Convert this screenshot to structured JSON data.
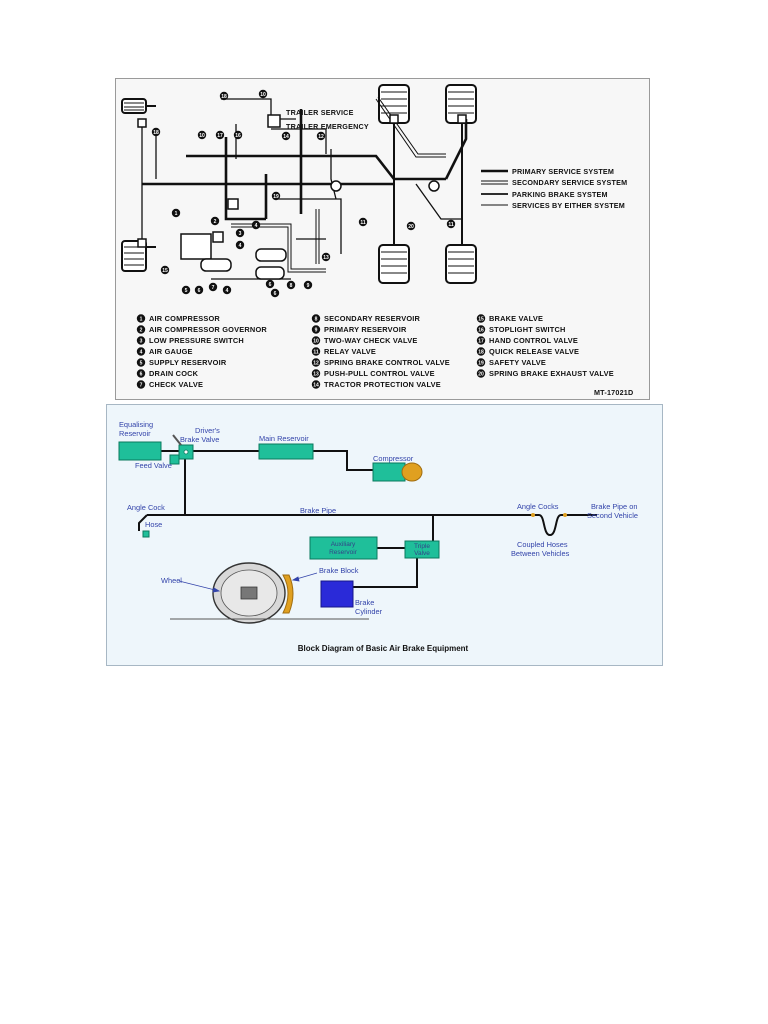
{
  "top": {
    "line_labels": {
      "trailer_service": "TRAILER SERVICE",
      "trailer_emergency": "TRAILER EMERGENCY"
    },
    "legend": [
      {
        "label": "PRIMARY SERVICE SYSTEM"
      },
      {
        "label": "SECONDARY SERVICE SYSTEM"
      },
      {
        "label": "PARKING BRAKE SYSTEM"
      },
      {
        "label": "SERVICES BY EITHER SYSTEM"
      }
    ],
    "key_col1": [
      {
        "num": "1",
        "label": "AIR COMPRESSOR"
      },
      {
        "num": "2",
        "label": "AIR COMPRESSOR GOVERNOR"
      },
      {
        "num": "3",
        "label": "LOW PRESSURE SWITCH"
      },
      {
        "num": "4",
        "label": "AIR GAUGE"
      },
      {
        "num": "5",
        "label": "SUPPLY RESERVOIR"
      },
      {
        "num": "6",
        "label": "DRAIN COCK"
      },
      {
        "num": "7",
        "label": "CHECK VALVE"
      }
    ],
    "key_col2": [
      {
        "num": "8",
        "label": "SECONDARY RESERVOIR"
      },
      {
        "num": "9",
        "label": "PRIMARY RESERVOIR"
      },
      {
        "num": "10",
        "label": "TWO-WAY CHECK VALVE"
      },
      {
        "num": "11",
        "label": "RELAY VALVE"
      },
      {
        "num": "12",
        "label": "SPRING BRAKE CONTROL VALVE"
      },
      {
        "num": "13",
        "label": "PUSH-PULL CONTROL VALVE"
      },
      {
        "num": "14",
        "label": "TRACTOR PROTECTION VALVE"
      }
    ],
    "key_col3": [
      {
        "num": "15",
        "label": "BRAKE VALVE"
      },
      {
        "num": "16",
        "label": "STOPLIGHT SWITCH"
      },
      {
        "num": "17",
        "label": "HAND CONTROL VALVE"
      },
      {
        "num": "18",
        "label": "QUICK RELEASE VALVE"
      },
      {
        "num": "19",
        "label": "SAFETY VALVE"
      },
      {
        "num": "20",
        "label": "SPRING BRAKE EXHAUST VALVE"
      }
    ],
    "figure_code": "MT-17021D"
  },
  "bottom": {
    "labels": {
      "equalising_reservoir_1": "Equalising",
      "equalising_reservoir_2": "Reservoir",
      "drivers_brake_valve_1": "Driver's",
      "drivers_brake_valve_2": "Brake Valve",
      "feed_valve": "Feed Valve",
      "main_reservoir": "Main Reservoir",
      "compressor": "Compressor",
      "angle_cock": "Angle Cock",
      "hose": "Hose",
      "brake_pipe": "Brake Pipe",
      "angle_cocks": "Angle Cocks",
      "brake_pipe_second_1": "Brake Pipe on",
      "brake_pipe_second_2": "Second Vehicle",
      "coupled_hoses_1": "Coupled Hoses",
      "coupled_hoses_2": "Between Vehicles",
      "auxiliary_reservoir_1": "Auxiliary",
      "auxiliary_reservoir_2": "Reservoir",
      "triple_valve_1": "Triple",
      "triple_valve_2": "Valve",
      "brake_block": "Brake Block",
      "wheel": "Wheel",
      "brake_cylinder_1": "Brake",
      "brake_cylinder_2": "Cylinder"
    },
    "caption": "Block Diagram of Basic Air Brake Equipment",
    "colors": {
      "component": "#1fbf9a",
      "cylinder": "#2a2ad8",
      "brake_block": "#e0a020",
      "pipe": "#111111",
      "label": "#3344aa"
    }
  }
}
